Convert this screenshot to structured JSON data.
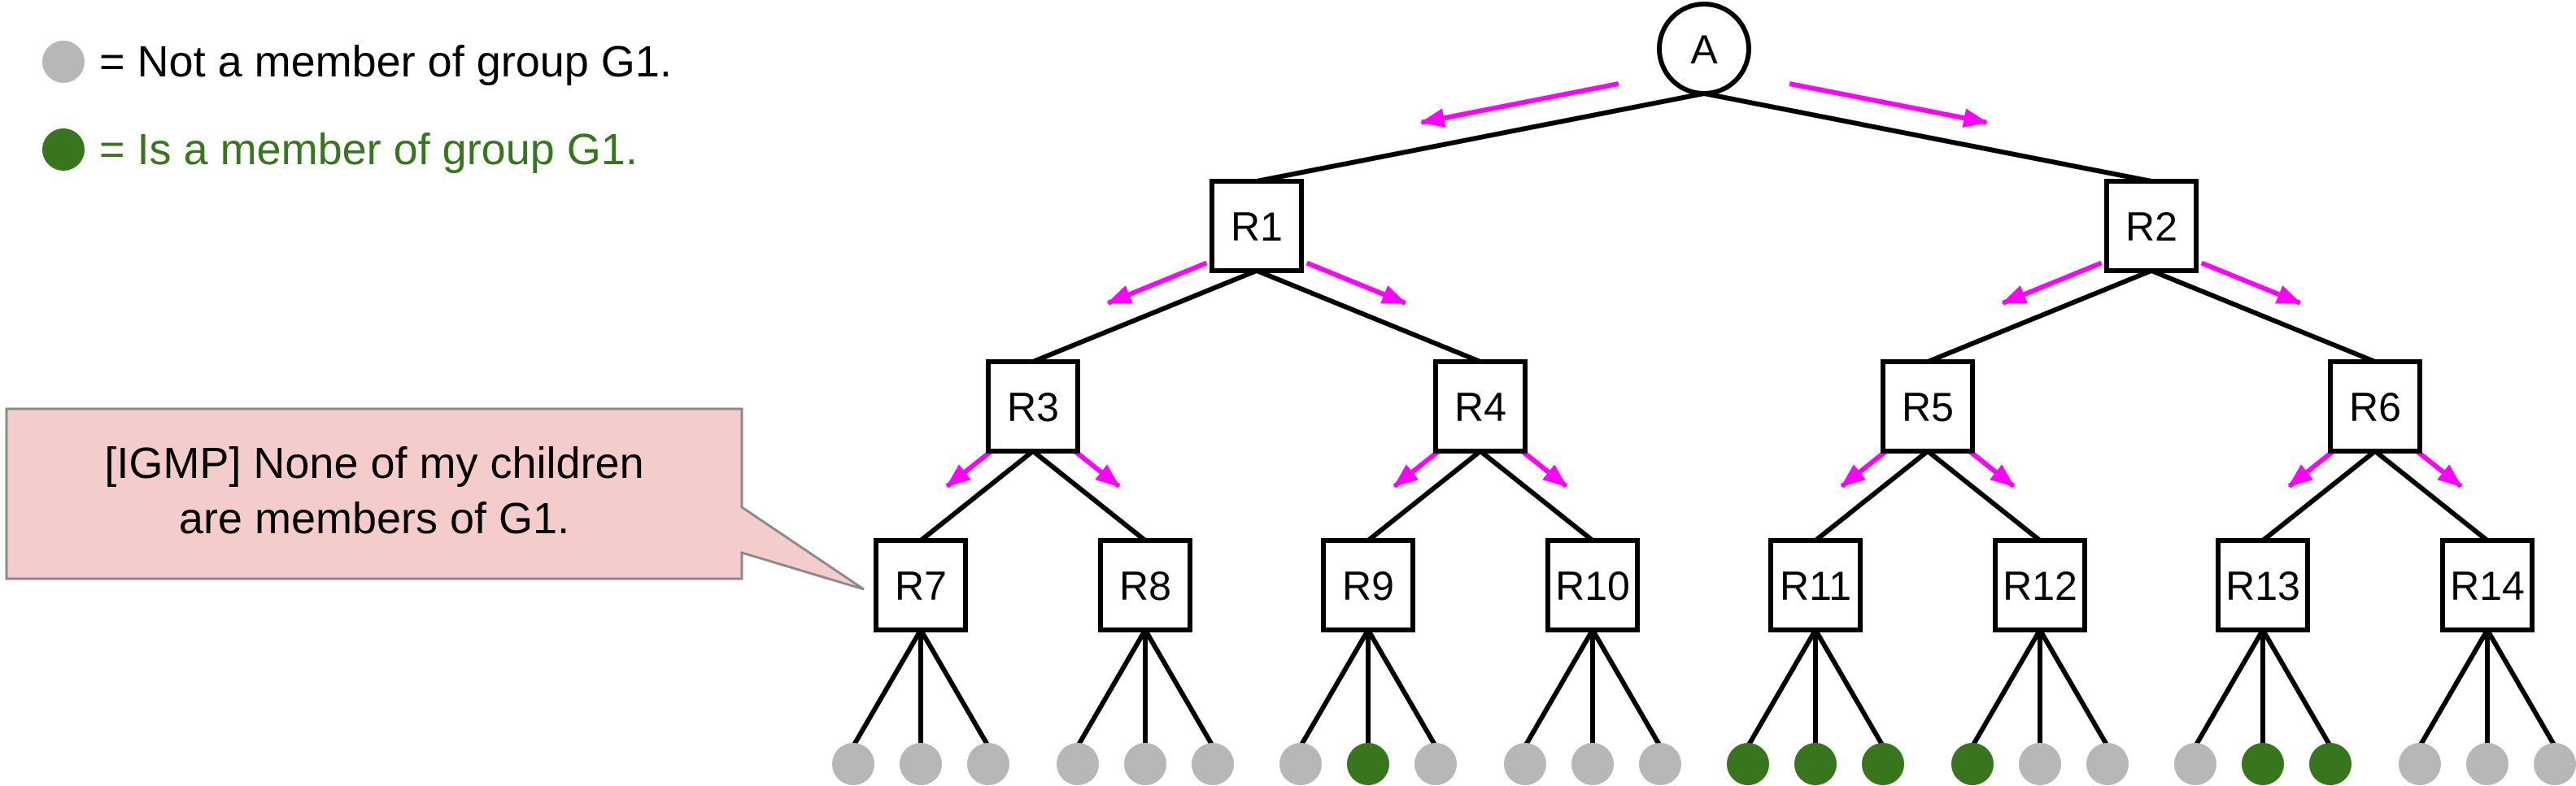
{
  "colors": {
    "edge": "#000000",
    "node_fill": "#ffffff",
    "node_stroke": "#000000",
    "arrow": "#ff00ff",
    "non_member": "#b7b7b7",
    "member": "#38761d",
    "callout_fill": "#f4cccc",
    "callout_stroke": "#8a8a8a"
  },
  "legend": {
    "non_member": {
      "marker": "gray-dot",
      "text": "= Not a member of group G1."
    },
    "member": {
      "marker": "green-dot",
      "text": "= Is a member of group G1."
    }
  },
  "callout": {
    "lines": [
      "[IGMP] None of my children",
      "are members of G1."
    ],
    "points_to": "R7"
  },
  "tree": {
    "root": {
      "label": "A",
      "shape": "circle"
    },
    "routers": [
      {
        "label": "R1",
        "parent": "A"
      },
      {
        "label": "R2",
        "parent": "A"
      },
      {
        "label": "R3",
        "parent": "R1"
      },
      {
        "label": "R4",
        "parent": "R1"
      },
      {
        "label": "R5",
        "parent": "R2"
      },
      {
        "label": "R6",
        "parent": "R2"
      },
      {
        "label": "R7",
        "parent": "R3"
      },
      {
        "label": "R8",
        "parent": "R3"
      },
      {
        "label": "R9",
        "parent": "R4"
      },
      {
        "label": "R10",
        "parent": "R4"
      },
      {
        "label": "R11",
        "parent": "R5"
      },
      {
        "label": "R12",
        "parent": "R5"
      },
      {
        "label": "R13",
        "parent": "R6"
      },
      {
        "label": "R14",
        "parent": "R6"
      }
    ],
    "hosts": [
      {
        "router": "R7",
        "members": [
          false,
          false,
          false
        ]
      },
      {
        "router": "R8",
        "members": [
          false,
          false,
          false
        ]
      },
      {
        "router": "R9",
        "members": [
          false,
          true,
          false
        ]
      },
      {
        "router": "R10",
        "members": [
          false,
          false,
          false
        ]
      },
      {
        "router": "R11",
        "members": [
          true,
          true,
          true
        ]
      },
      {
        "router": "R12",
        "members": [
          true,
          false,
          false
        ]
      },
      {
        "router": "R13",
        "members": [
          false,
          true,
          true
        ]
      },
      {
        "router": "R14",
        "members": [
          false,
          false,
          false
        ]
      }
    ],
    "arrows_on": [
      "A-R1",
      "A-R2",
      "R1-R3",
      "R1-R4",
      "R2-R5",
      "R2-R6",
      "R3-R7",
      "R3-R8",
      "R4-R9",
      "R4-R10",
      "R5-R11",
      "R5-R12",
      "R6-R13",
      "R6-R14"
    ]
  }
}
